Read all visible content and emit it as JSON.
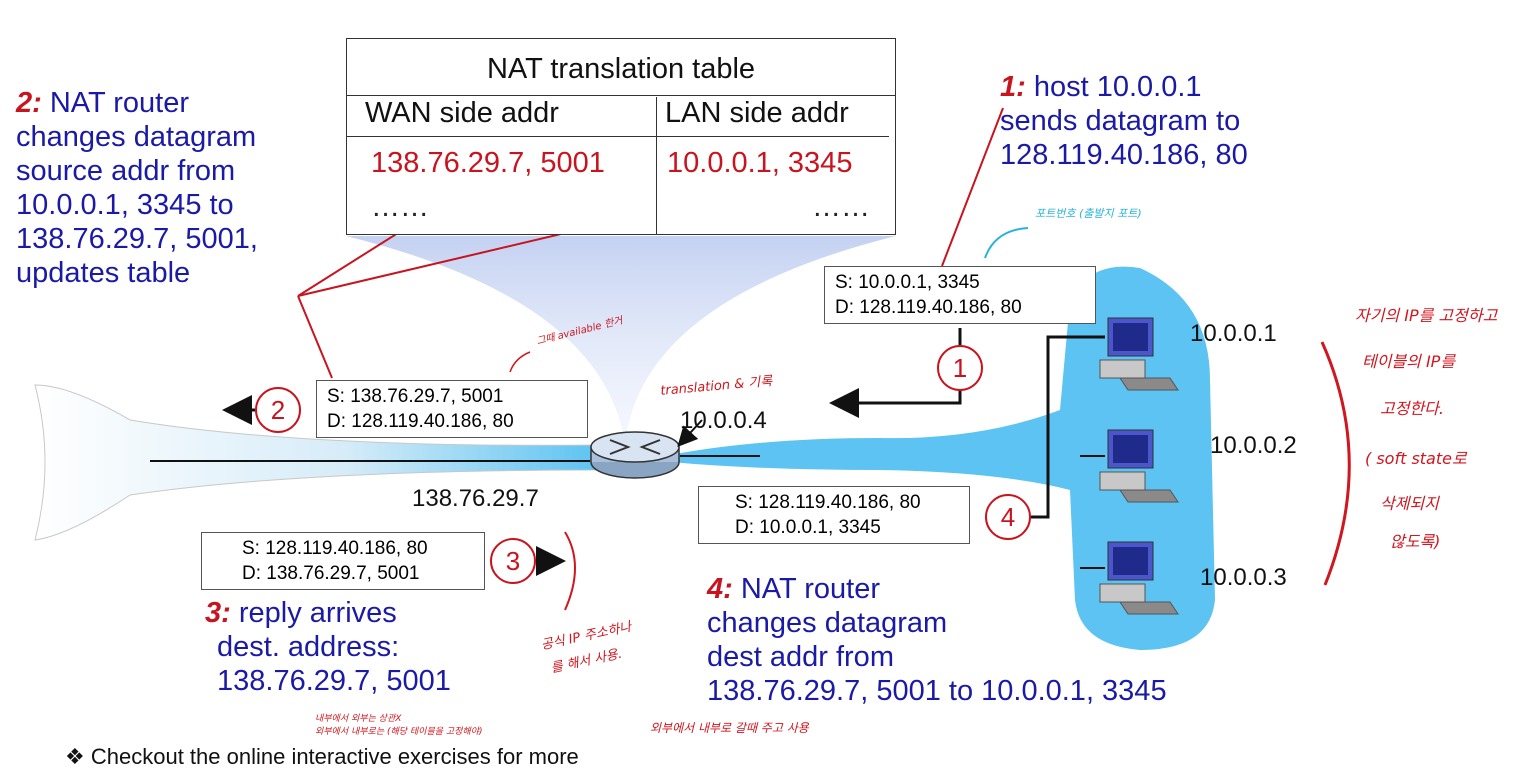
{
  "nat_table": {
    "title": "NAT translation table",
    "wan_header": "WAN side addr",
    "lan_header": "LAN side addr",
    "wan_value": "138.76.29.7, 5001",
    "lan_value": "10.0.0.1, 3345",
    "wan_dots": "……",
    "lan_dots": "……"
  },
  "steps": {
    "step1": {
      "num": "1:",
      "lines": [
        "host 10.0.0.1",
        "sends datagram to",
        "128.119.40.186, 80"
      ]
    },
    "step2": {
      "num": "2:",
      "lines": [
        "NAT router",
        "changes datagram",
        "source addr from",
        "10.0.0.1, 3345 to",
        "138.76.29.7, 5001,",
        "updates table"
      ]
    },
    "step3": {
      "num": "3:",
      "lines": [
        "reply arrives",
        "dest. address:",
        "138.76.29.7, 5001"
      ]
    },
    "step4": {
      "num": "4:",
      "lines": [
        "NAT router",
        "changes datagram",
        "dest addr from",
        "138.76.29.7, 5001 to 10.0.0.1, 3345"
      ]
    }
  },
  "datagrams": {
    "d1": {
      "src": "S: 10.0.0.1, 3345",
      "dst": "D: 128.119.40.186, 80"
    },
    "d2": {
      "src": "S: 138.76.29.7, 5001",
      "dst": "D: 128.119.40.186, 80"
    },
    "d3": {
      "src": "S: 128.119.40.186, 80",
      "dst": "D: 138.76.29.7, 5001"
    },
    "d4": {
      "src": "S: 128.119.40.186, 80",
      "dst": "D: 10.0.0.1, 3345"
    }
  },
  "circles": {
    "c1": "1",
    "c2": "2",
    "c3": "3",
    "c4": "4"
  },
  "addresses": {
    "router_lan": "10.0.0.4",
    "router_wan": "138.76.29.7",
    "host1": "10.0.0.1",
    "host2": "10.0.0.2",
    "host3": "10.0.0.3"
  },
  "handwriting": {
    "note_port": "포트번호 (출발지 포트)",
    "note_avail": "그때 available 한거",
    "note_translation": "translation & 기록",
    "note_side_1": "자기의 IP를 고정하고",
    "note_side_2": "테이블의 IP를",
    "note_side_3": "고정한다.",
    "note_side_4": "( soft state로",
    "note_side_5": "삭제되지",
    "note_side_6": "않도록)",
    "note_public_1": "공식 IP 주소하나",
    "note_public_2": "를 해서 사용.",
    "note_bottom_1": "내부에서 외부는 상관X",
    "note_bottom_2": "외부에서 내부로는 (해당 테이블을 고정해야)",
    "note_bottom_3": "외부에서 내부로 갈때 주고 사용"
  },
  "footer": {
    "text": "Checkout the online interactive exercises for more"
  },
  "colors": {
    "accent_blue": "#1a1aa6",
    "accent_red": "#c8141e",
    "lan_cloud": "#5cc3f2"
  }
}
